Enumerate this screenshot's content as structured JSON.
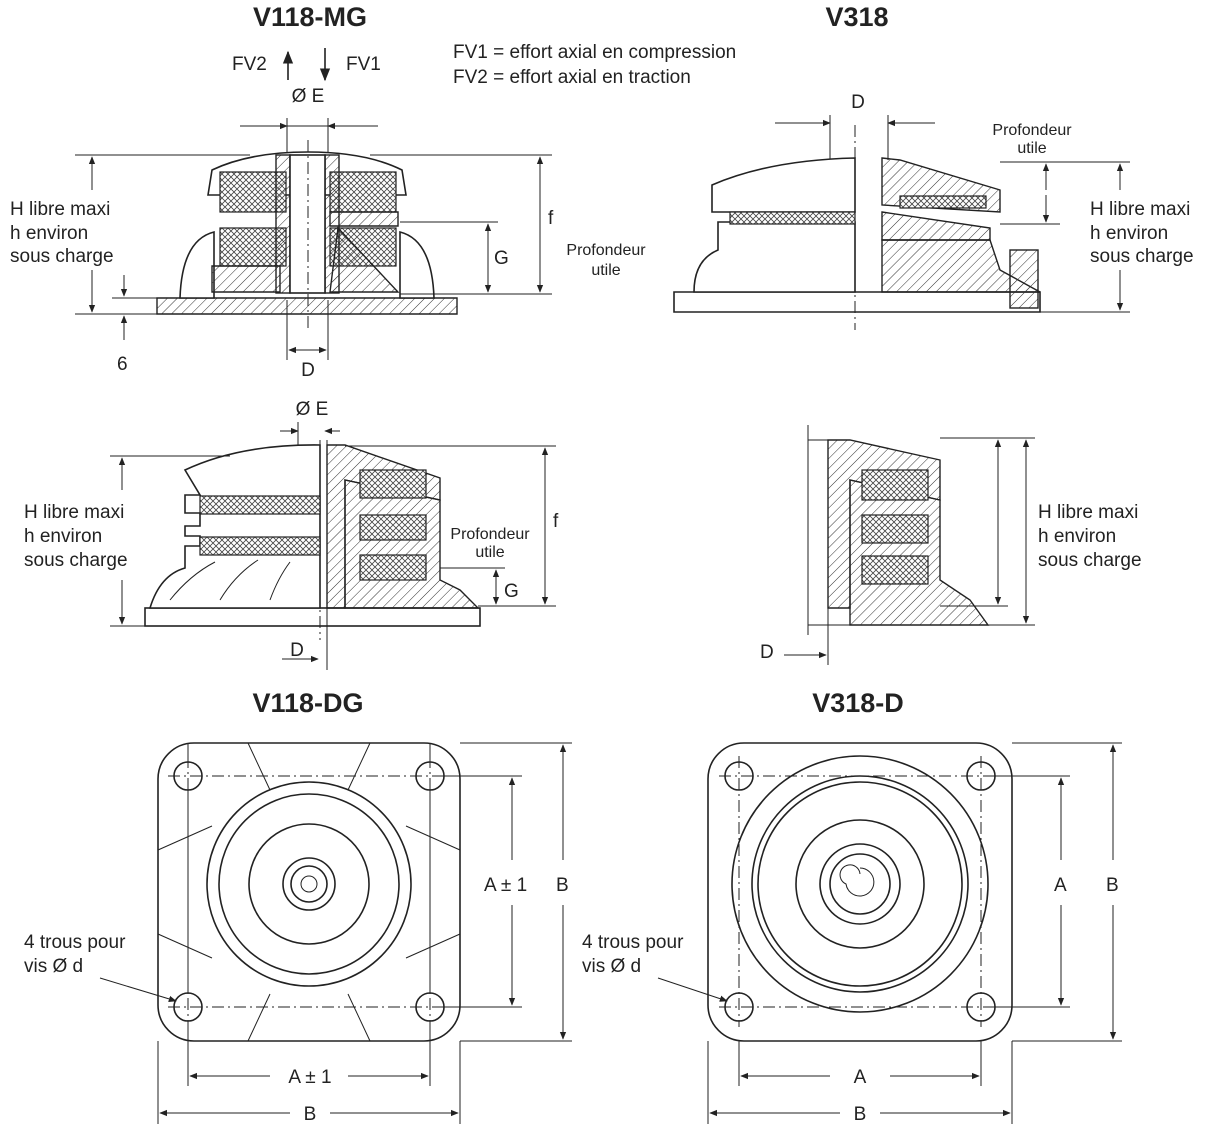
{
  "titles": {
    "v118mg": "V118-MG",
    "v318": "V318",
    "v118dg": "V118-DG",
    "v318d": "V318-D"
  },
  "legend": {
    "fv1": "FV1 = effort axial en compression",
    "fv2": "FV2 = effort axial en traction"
  },
  "arrows": {
    "fv2": "FV2",
    "fv1": "FV1"
  },
  "labels": {
    "dia_e": "Ø E",
    "d": "D",
    "f": "f",
    "g": "G",
    "six": "6",
    "h_libre": "H libre maxi",
    "h_env": "h environ",
    "sous_charge": "sous charge",
    "profondeur": "Profondeur",
    "utile": "utile",
    "a_pm1": "A ± 1",
    "a": "A",
    "b": "B",
    "trous": "4 trous pour",
    "vis": "vis Ø d"
  }
}
